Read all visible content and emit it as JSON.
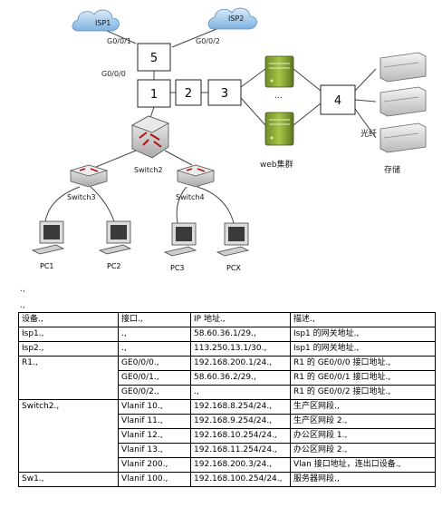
{
  "diagram": {
    "isp1": "ISP1",
    "isp2": "ISP2",
    "g001": "G0/0/1",
    "g002": "G0/0/2",
    "g000": "G0/0/0",
    "r5": "5",
    "r1": "1",
    "r2": "2",
    "r3": "3",
    "r4": "4",
    "dots": "...",
    "web": "web集群",
    "fiber": "光纤",
    "storage": "存储",
    "switch2": "Switch2",
    "switch3": "Switch3",
    "switch4": "Switch4",
    "pc1": "PC1",
    "pc2": "PC2",
    "pc3": "PC3",
    "pcx": "PCX"
  },
  "notes": {
    "mark1": ".,",
    "mark2": ".,"
  },
  "table": {
    "headers": [
      "设备.,",
      "接口.,",
      "IP 地址.,",
      "描述.,"
    ],
    "rows": [
      [
        "Isp1.,",
        ".,",
        "58.60.36.1/29.,",
        "Isp1 的网关地址.,"
      ],
      [
        "Isp2.,",
        ".,",
        "113.250.13.1/30.,",
        "Isp1 的网关地址.,"
      ],
      [
        "R1.,",
        "GE0/0/0.,",
        "192.168.200.1/24.,",
        "R1 的 GE0/0/0 接口地址.,"
      ],
      [
        "",
        "GE0/0/1.,",
        "58.60.36.2/29.,",
        "R1 的 GE0/0/1 接口地址.,"
      ],
      [
        "",
        "GE0/0/2.,",
        ".,",
        "R1 的 GE0/0/2 接口地址.,"
      ],
      [
        "Switch2.,",
        "Vlanif 10.,",
        "192.168.8.254/24.,",
        "生产区网段.,"
      ],
      [
        "",
        "Vlanif 11.,",
        "192.168.9.254/24.,",
        "生产区网段 2.,"
      ],
      [
        "",
        "Vlanif 12.,",
        "192.168.10.254/24.,",
        "办公区网段 1.,"
      ],
      [
        "",
        "Vlanif 13.,",
        "192.168.11.254/24.,",
        "办公区网段 2.,"
      ],
      [
        "",
        "Vlanif 200.,",
        "192.168.200.3/24.,",
        "Vlan 接口地址，连出口设备.,"
      ],
      [
        "Sw1.,",
        "Vlanif 100.,",
        "192.168.100.254/24.,",
        "服务器网段.,"
      ]
    ]
  }
}
